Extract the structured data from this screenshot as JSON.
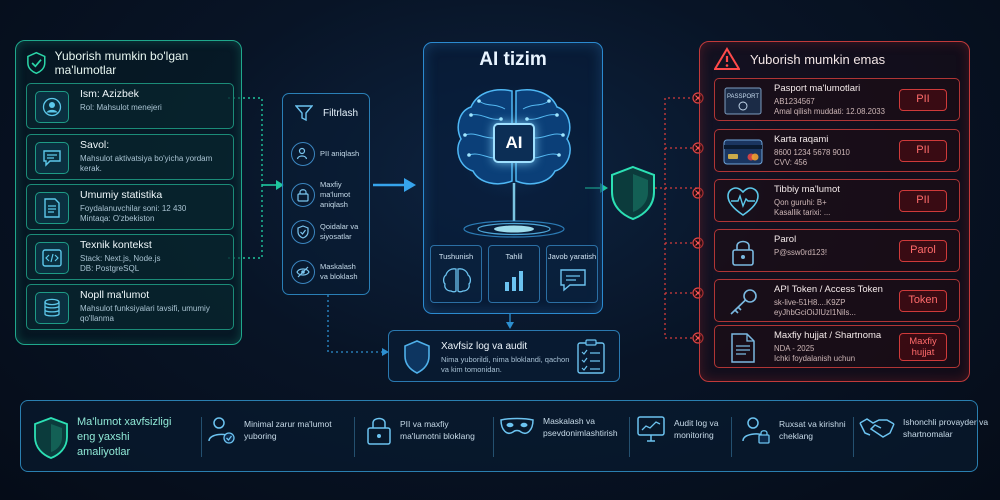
{
  "left": {
    "title": "Yuborish mumkin bo'lgan ma'lumotlar",
    "items": [
      {
        "title": "Ism: Azizbek",
        "desc": "Rol: Mahsulot menejeri",
        "icon": "user-icon"
      },
      {
        "title": "Savol:",
        "desc": "Mahsulot aktivatsiya bo'yicha yordam kerak.",
        "icon": "chat-icon"
      },
      {
        "title": "Umumiy statistika",
        "desc": "Foydalanuvchilar soni: 12 430\nMintaqa: O'zbekiston",
        "icon": "document-icon"
      },
      {
        "title": "Texnik kontekst",
        "desc": "Stack: Next.js, Node.js\nDB: PostgreSQL",
        "icon": "code-icon"
      },
      {
        "title": "Nopll ma'lumot",
        "desc": "Mahsulot funksiyalari tavsifi, umumiy qo'llanma",
        "icon": "database-icon"
      }
    ]
  },
  "filter": {
    "title": "Filtrlash",
    "items": [
      {
        "label": "PII aniqlash",
        "icon": "user-search-icon"
      },
      {
        "label": "Maxfiy ma'lumot aniqlash",
        "icon": "lock-icon"
      },
      {
        "label": "Qoidalar va siyosatlar",
        "icon": "shield-check-icon"
      },
      {
        "label": "Maskalash va bloklash",
        "icon": "eye-off-icon"
      }
    ]
  },
  "ai": {
    "title": "AI tizim",
    "chip": "AI",
    "cards": [
      {
        "label": "Tushunish",
        "icon": "brain-icon"
      },
      {
        "label": "Tahlil",
        "icon": "bar-chart-icon"
      },
      {
        "label": "Javob yaratish",
        "icon": "message-icon"
      }
    ]
  },
  "audit": {
    "title": "Xavfsiz log va audit",
    "desc": "Nima yuborildi, nima bloklandi, qachon va kim tomonidan."
  },
  "right": {
    "title": "Yuborish mumkin emas",
    "items": [
      {
        "title": "Pasport ma'lumotlari",
        "desc": "AB1234567\nAmal qilish muddati: 12.08.2033",
        "badge": "PII",
        "icon": "passport-icon"
      },
      {
        "title": "Karta raqami",
        "desc": "8600 1234 5678 9010\nCVV: 456",
        "badge": "PII",
        "icon": "credit-card-icon"
      },
      {
        "title": "Tibbiy ma'lumot",
        "desc": "Qon guruhi: B+\nKasallik tarixi: ...",
        "badge": "PII",
        "icon": "heart-pulse-icon"
      },
      {
        "title": "Parol",
        "desc": "P@ssw0rd123!",
        "badge": "Parol",
        "icon": "padlock-icon"
      },
      {
        "title": "API Token / Access Token",
        "desc": "sk-live-51H8....K9ZP\neyJhbGciOiJIUzI1Nils...",
        "badge": "Token",
        "icon": "key-icon"
      },
      {
        "title": "Maxfiy hujjat / Shartnoma",
        "desc": "NDA - 2025\nIchki foydalanish uchun",
        "badge": "Maxfiy hujjat",
        "icon": "file-icon"
      }
    ]
  },
  "bottom": {
    "title": "Ma'lumot xavfsizligi eng yaxshi amaliyotlar",
    "items": [
      {
        "label": "Minimal zarur ma'lumot yuboring",
        "icon": "user-check-icon"
      },
      {
        "label": "PII va maxfiy ma'lumotni bloklang",
        "icon": "lock-icon"
      },
      {
        "label": "Maskalash va psevdonimlashtirish",
        "icon": "mask-icon"
      },
      {
        "label": "Audit log va monitoring",
        "icon": "monitor-icon"
      },
      {
        "label": "Ruxsat va kirishni cheklang",
        "icon": "user-lock-icon"
      },
      {
        "label": "Ishonchli provayder va shartnomalar",
        "icon": "handshake-icon"
      }
    ]
  },
  "colors": {
    "safe": "#21c7a0",
    "blue": "#3aa2e8",
    "danger": "#e04444"
  }
}
